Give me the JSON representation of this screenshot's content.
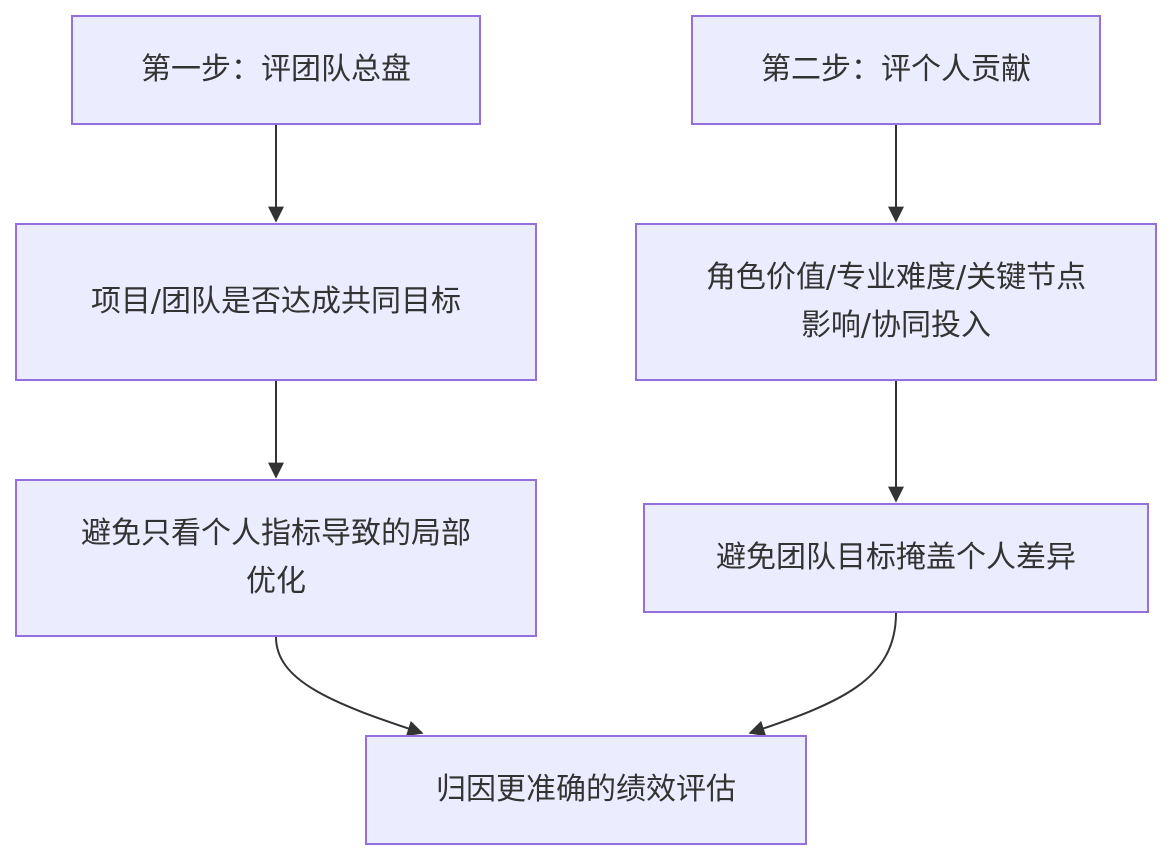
{
  "colors": {
    "node_fill": "#ececff",
    "node_border": "#9370db",
    "edge": "#333333",
    "text": "#333333"
  },
  "nodes": {
    "step1": "第一步：评团队总盘",
    "step2": "第二步：评个人贡献",
    "team_goal": "项目/团队是否达成共同目标",
    "individual_factors": "角色价值/专业难度/关键节点影响/协同投入",
    "avoid_local": "避免只看个人指标导致的局部优化",
    "avoid_mask": "避免团队目标掩盖个人差异",
    "result": "归因更准确的绩效评估"
  },
  "edges": [
    {
      "from": "step1",
      "to": "team_goal"
    },
    {
      "from": "team_goal",
      "to": "avoid_local"
    },
    {
      "from": "avoid_local",
      "to": "result"
    },
    {
      "from": "step2",
      "to": "individual_factors"
    },
    {
      "from": "individual_factors",
      "to": "avoid_mask"
    },
    {
      "from": "avoid_mask",
      "to": "result"
    }
  ]
}
